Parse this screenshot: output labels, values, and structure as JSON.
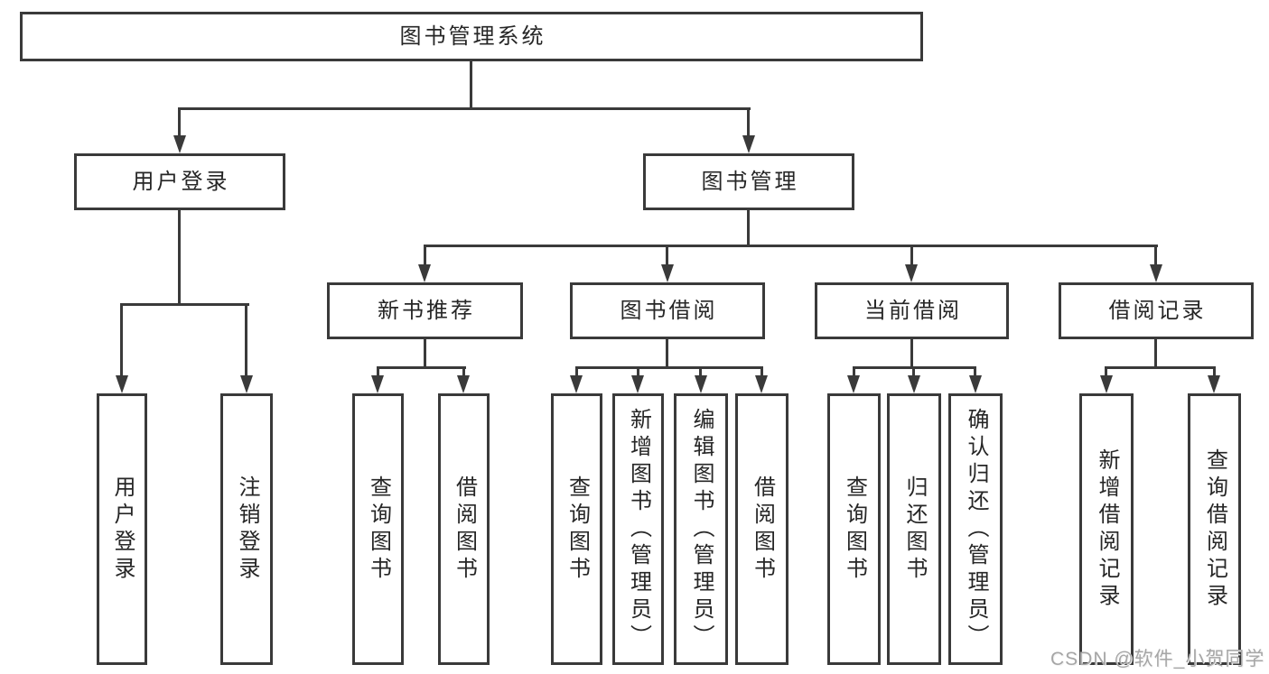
{
  "diagram": {
    "root": "图书管理系统",
    "login": {
      "label": "用户登录",
      "children": [
        "用户登录",
        "注销登录"
      ]
    },
    "mgmt": {
      "label": "图书管理"
    },
    "sections": [
      {
        "label": "新书推荐",
        "children": [
          "查询图书",
          "借阅图书"
        ]
      },
      {
        "label": "图书借阅",
        "children": [
          "查询图书",
          "新增图书（管理员）",
          "编辑图书（管理员）",
          "借阅图书"
        ]
      },
      {
        "label": "当前借阅",
        "children": [
          "查询图书",
          "归还图书",
          "确认归还（管理员）"
        ]
      },
      {
        "label": "借阅记录",
        "children": [
          "新增借阅记录",
          "查询借阅记录"
        ]
      }
    ]
  },
  "watermark": {
    "text": "CSDN @软件_小贺同学"
  },
  "colors": {
    "line": "#3a3a3a",
    "text": "#262626",
    "background": "#ffffff",
    "watermark": "#a6a6a6"
  }
}
